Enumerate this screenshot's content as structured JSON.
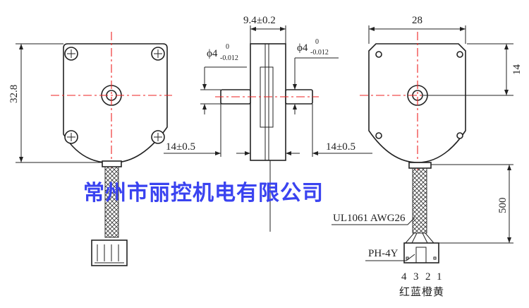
{
  "watermark": "常州市丽控机电有限公司",
  "left_view": {
    "height_dim": "32.8"
  },
  "side_view": {
    "width_dim": "9.4±0.2",
    "shaft_dia_left": {
      "base": "ϕ4",
      "upper": "0",
      "lower": "-0.012"
    },
    "shaft_dia_right": {
      "base": "ϕ4",
      "upper": "0",
      "lower": "-0.012"
    },
    "shaft_len_left": "14±0.5",
    "shaft_len_right": "14±0.5"
  },
  "right_view": {
    "width_dim": "28",
    "center_dim": "14",
    "cable_len_dim": "500",
    "cable_label": "UL1061  AWG26",
    "connector_label": "PH-4Y",
    "pins": [
      "4",
      "3",
      "2",
      "1"
    ],
    "colors": [
      "红",
      "蓝",
      "橙",
      "黄"
    ]
  }
}
